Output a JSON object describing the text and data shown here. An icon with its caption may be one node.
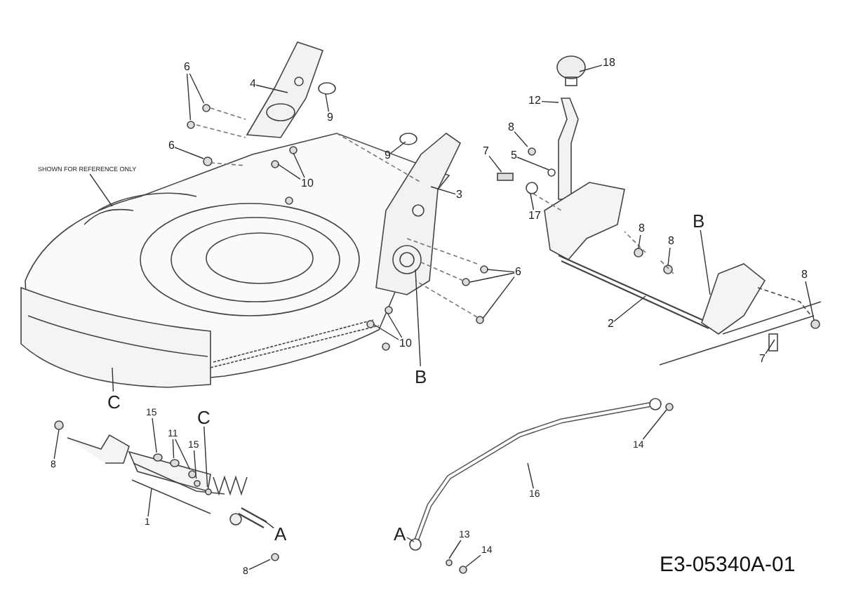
{
  "diagram": {
    "nodes": [
      {
        "text": [
          "6"
        ]
      },
      {
        "text": [
          "18"
        ]
      },
      {
        "text": [
          "4"
        ]
      },
      {
        "text": [
          "9"
        ]
      },
      {
        "text": [
          "12"
        ]
      },
      {
        "text": [
          "8"
        ]
      },
      {
        "text": [
          "6"
        ]
      },
      {
        "text": [
          "7"
        ]
      },
      {
        "text": [
          "5"
        ]
      },
      {
        "text": [
          "9"
        ]
      },
      {
        "text": [
          "SHOWN FOR REFERENCE ONLY"
        ]
      },
      {
        "text": [
          "10"
        ]
      },
      {
        "text": [
          "3"
        ]
      },
      {
        "text": [
          "17"
        ]
      },
      {
        "text": [
          "B"
        ]
      },
      {
        "text": [
          "8"
        ]
      },
      {
        "text": [
          "8"
        ]
      },
      {
        "text": [
          "6"
        ]
      },
      {
        "text": [
          "8"
        ]
      },
      {
        "text": [
          "2"
        ]
      },
      {
        "text": [
          "10"
        ]
      },
      {
        "text": [
          "7"
        ]
      },
      {
        "text": [
          "B"
        ]
      },
      {
        "text": [
          "C"
        ]
      },
      {
        "text": [
          "15"
        ]
      },
      {
        "text": [
          "C"
        ]
      },
      {
        "text": [
          "11"
        ]
      },
      {
        "text": [
          "15"
        ]
      },
      {
        "text": [
          "14"
        ]
      },
      {
        "text": [
          "8"
        ]
      },
      {
        "text": [
          "16"
        ]
      },
      {
        "text": [
          "1"
        ]
      },
      {
        "text": [
          "A"
        ]
      },
      {
        "text": [
          "A"
        ]
      },
      {
        "text": [
          "13"
        ]
      },
      {
        "text": [
          "14"
        ]
      },
      {
        "text": [
          "8"
        ]
      },
      {
        "text": [],
        "shape": "circle"
      },
      {
        "text": [],
        "shape": "circle"
      },
      {
        "text": [],
        "shape": "box"
      },
      {
        "text": [],
        "shape": "circle"
      },
      {
        "text": [],
        "shape": "circle"
      },
      {
        "text": [],
        "shape": "circle"
      },
      {
        "text": [],
        "shape": "circle"
      },
      {
        "text": [],
        "shape": "circle"
      },
      {
        "text": [],
        "shape": "circle"
      },
      {
        "text": [],
        "shape": "circle"
      }
    ],
    "edges": [
      {
        "from": 0,
        "to": 44,
        "arrow": "none"
      },
      {
        "from": 0,
        "to": 37,
        "arrow": "none"
      },
      {
        "from": 1,
        "to": null,
        "arrow": "none"
      },
      {
        "from": 2,
        "to": null,
        "arrow": "none"
      },
      {
        "from": 3,
        "to": null,
        "arrow": "none"
      },
      {
        "from": 4,
        "to": null,
        "arrow": "none"
      },
      {
        "from": 5,
        "to": 38,
        "arrow": "none"
      },
      {
        "from": 6,
        "to": null,
        "arrow": "none"
      },
      {
        "from": 7,
        "to": 39,
        "arrow": "none"
      },
      {
        "from": 8,
        "to": null,
        "arrow": "none"
      },
      {
        "from": 9,
        "to": null,
        "arrow": "none"
      },
      {
        "from": 10,
        "to": null,
        "arrow": "none"
      },
      {
        "from": 11,
        "to": null,
        "arrow": "none"
      },
      {
        "from": 11,
        "to": null,
        "arrow": "none"
      },
      {
        "from": 12,
        "to": null,
        "arrow": "none"
      },
      {
        "from": 13,
        "to": null,
        "arrow": "none"
      },
      {
        "from": 14,
        "to": null,
        "arrow": "none"
      },
      {
        "from": 15,
        "to": null,
        "arrow": "none"
      },
      {
        "from": 16,
        "to": null,
        "arrow": "none"
      },
      {
        "from": 17,
        "to": null,
        "arrow": "none"
      },
      {
        "from": 17,
        "to": null,
        "arrow": "none"
      },
      {
        "from": 17,
        "to": null,
        "arrow": "none"
      },
      {
        "from": 18,
        "to": null,
        "arrow": "none"
      },
      {
        "from": 19,
        "to": null,
        "arrow": "none"
      },
      {
        "from": 20,
        "to": null,
        "arrow": "none"
      },
      {
        "from": 20,
        "to": null,
        "arrow": "none"
      },
      {
        "from": 21,
        "to": null,
        "arrow": "none"
      },
      {
        "from": 22,
        "to": null,
        "arrow": "none"
      },
      {
        "from": 23,
        "to": null,
        "arrow": "none"
      },
      {
        "from": 24,
        "to": 40,
        "arrow": "none"
      },
      {
        "from": 25,
        "to": 45,
        "arrow": "none"
      },
      {
        "from": 26,
        "to": 41,
        "arrow": "none"
      },
      {
        "from": 26,
        "to": 42,
        "arrow": "none"
      },
      {
        "from": 27,
        "to": 46,
        "arrow": "none"
      },
      {
        "from": 28,
        "to": null,
        "arrow": "none"
      },
      {
        "from": 29,
        "to": null,
        "arrow": "none"
      },
      {
        "from": 30,
        "to": null,
        "arrow": "none"
      },
      {
        "from": 31,
        "to": null,
        "arrow": "none"
      },
      {
        "from": 32,
        "to": null,
        "arrow": "none"
      },
      {
        "from": 33,
        "to": null,
        "arrow": "none"
      },
      {
        "from": 34,
        "to": null,
        "arrow": "none"
      },
      {
        "from": 35,
        "to": null,
        "arrow": "none"
      },
      {
        "from": 36,
        "to": 43,
        "arrow": "none"
      }
    ],
    "labels": [
      "E3-05340A-01"
    ]
  }
}
